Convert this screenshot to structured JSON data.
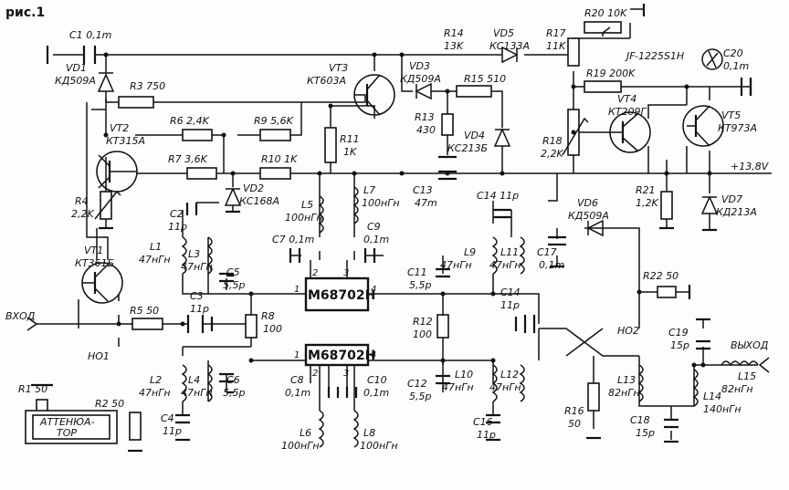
{
  "figure_label": "рис.1",
  "components": {
    "C1": {
      "ref": "C1",
      "val": "0,1m"
    },
    "VD1": {
      "ref": "VD1",
      "val": "КД509А"
    },
    "R3": {
      "ref": "R3",
      "val": "750"
    },
    "VT3": {
      "ref": "VT3",
      "val": "КТ603А"
    },
    "R14": {
      "ref": "R14",
      "val": "13K"
    },
    "VD5": {
      "ref": "VD5",
      "val": "КС133А"
    },
    "R20": {
      "ref": "R20",
      "val": "10K"
    },
    "R17": {
      "ref": "R17",
      "val": "11K"
    },
    "JF": {
      "val": "JF-1225S1H"
    },
    "C20": {
      "ref": "C20",
      "val": "0,1m"
    },
    "VD3": {
      "ref": "VD3",
      "val": "КД509А"
    },
    "R15": {
      "ref": "R15",
      "val": "510"
    },
    "R19": {
      "ref": "R19",
      "val": "200K"
    },
    "VT2": {
      "ref": "VT2",
      "val": "КТ315А"
    },
    "R6": {
      "ref": "R6",
      "val": "2,4K"
    },
    "R9": {
      "ref": "R9",
      "val": "5,6K"
    },
    "R13": {
      "ref": "R13",
      "val": "430"
    },
    "VD4": {
      "ref": "VD4",
      "val": "КС213Б"
    },
    "VT4": {
      "ref": "VT4",
      "val": "КТ209Г"
    },
    "VT5": {
      "ref": "VT5",
      "val": "КТ973А"
    },
    "R11": {
      "ref": "R11",
      "val": "1K"
    },
    "R18": {
      "ref": "R18",
      "val": "2,2K"
    },
    "R7": {
      "ref": "R7",
      "val": "3,6K"
    },
    "R10": {
      "ref": "R10",
      "val": "1K"
    },
    "supply": {
      "val": "+13,8V"
    },
    "R4": {
      "ref": "R4",
      "val": "2,2K"
    },
    "VD2": {
      "ref": "VD2",
      "val": "КС168А"
    },
    "L5": {
      "ref": "L5",
      "val": "100нГн"
    },
    "L7": {
      "ref": "L7",
      "val": "100нГн"
    },
    "C13": {
      "ref": "C13",
      "val": "47m"
    },
    "C14a": {
      "ref": "C14",
      "val": "11p"
    },
    "R21": {
      "ref": "R21",
      "val": "1,2K"
    },
    "VD7": {
      "ref": "VD7",
      "val": "КД213А"
    },
    "C2": {
      "ref": "C2",
      "val": "11p"
    },
    "VD6": {
      "ref": "VD6",
      "val": "КД509А"
    },
    "C7": {
      "ref": "C7",
      "val": "0,1m"
    },
    "C9": {
      "ref": "C9",
      "val": "0,1m"
    },
    "L1": {
      "ref": "L1",
      "val": "47нГн"
    },
    "L3": {
      "ref": "L3",
      "val": "47нГн"
    },
    "L9": {
      "ref": "L9",
      "val": "47нГн"
    },
    "L11": {
      "ref": "L11",
      "val": "47нГн"
    },
    "C17": {
      "ref": "C17",
      "val": "0,1m"
    },
    "VT1": {
      "ref": "VT1",
      "val": "КТ361Б"
    },
    "C5": {
      "ref": "C5",
      "val": "5,5p"
    },
    "C11": {
      "ref": "C11",
      "val": "5,5p"
    },
    "R22": {
      "ref": "R22",
      "val": "50"
    },
    "IC1": {
      "val": "M68702H"
    },
    "IC2": {
      "val": "M68702H"
    },
    "vhod": {
      "val": "ВХОД"
    },
    "R5": {
      "ref": "R5",
      "val": "50"
    },
    "C3": {
      "ref": "C3",
      "val": "11p"
    },
    "R8": {
      "ref": "R8",
      "val": "100"
    },
    "R12": {
      "ref": "R12",
      "val": "100"
    },
    "C14b": {
      "ref": "C14",
      "val": "11p"
    },
    "HO2": {
      "val": "НО2"
    },
    "C19": {
      "ref": "C19",
      "val": "15p"
    },
    "vyhod": {
      "val": "ВЫХОД"
    },
    "HO1": {
      "val": "НО1"
    },
    "R1": {
      "ref": "R1",
      "val": "50"
    },
    "R2": {
      "ref": "R2",
      "val": "50"
    },
    "L2": {
      "ref": "L2",
      "val": "47нГн"
    },
    "L4": {
      "ref": "L4",
      "val": "47нГн"
    },
    "C6": {
      "ref": "C6",
      "val": "5,5p"
    },
    "C8": {
      "ref": "C8",
      "val": "0,1m"
    },
    "C10": {
      "ref": "C10",
      "val": "0,1m"
    },
    "L10": {
      "ref": "L10",
      "val": "47нГн"
    },
    "L12": {
      "ref": "L12",
      "val": "47нГн"
    },
    "C12": {
      "ref": "C12",
      "val": "5,5p"
    },
    "L13": {
      "ref": "L13",
      "val": "82нГн"
    },
    "L15": {
      "ref": "L15",
      "val": "82нГн"
    },
    "L14": {
      "ref": "L14",
      "val": "140нГн"
    },
    "C4": {
      "ref": "C4",
      "val": "11p"
    },
    "L6": {
      "ref": "L6",
      "val": "100нГн"
    },
    "L8": {
      "ref": "L8",
      "val": "100нГн"
    },
    "C16": {
      "ref": "C16",
      "val": "11p"
    },
    "R16": {
      "ref": "R16",
      "val": "50"
    },
    "C18": {
      "ref": "C18",
      "val": "15p"
    },
    "attenuator": {
      "line1": "АТТЕНЮА-",
      "line2": "ТОР"
    }
  },
  "pins": {
    "p1": "1",
    "p2": "2",
    "p3": "3",
    "p4": "4"
  }
}
